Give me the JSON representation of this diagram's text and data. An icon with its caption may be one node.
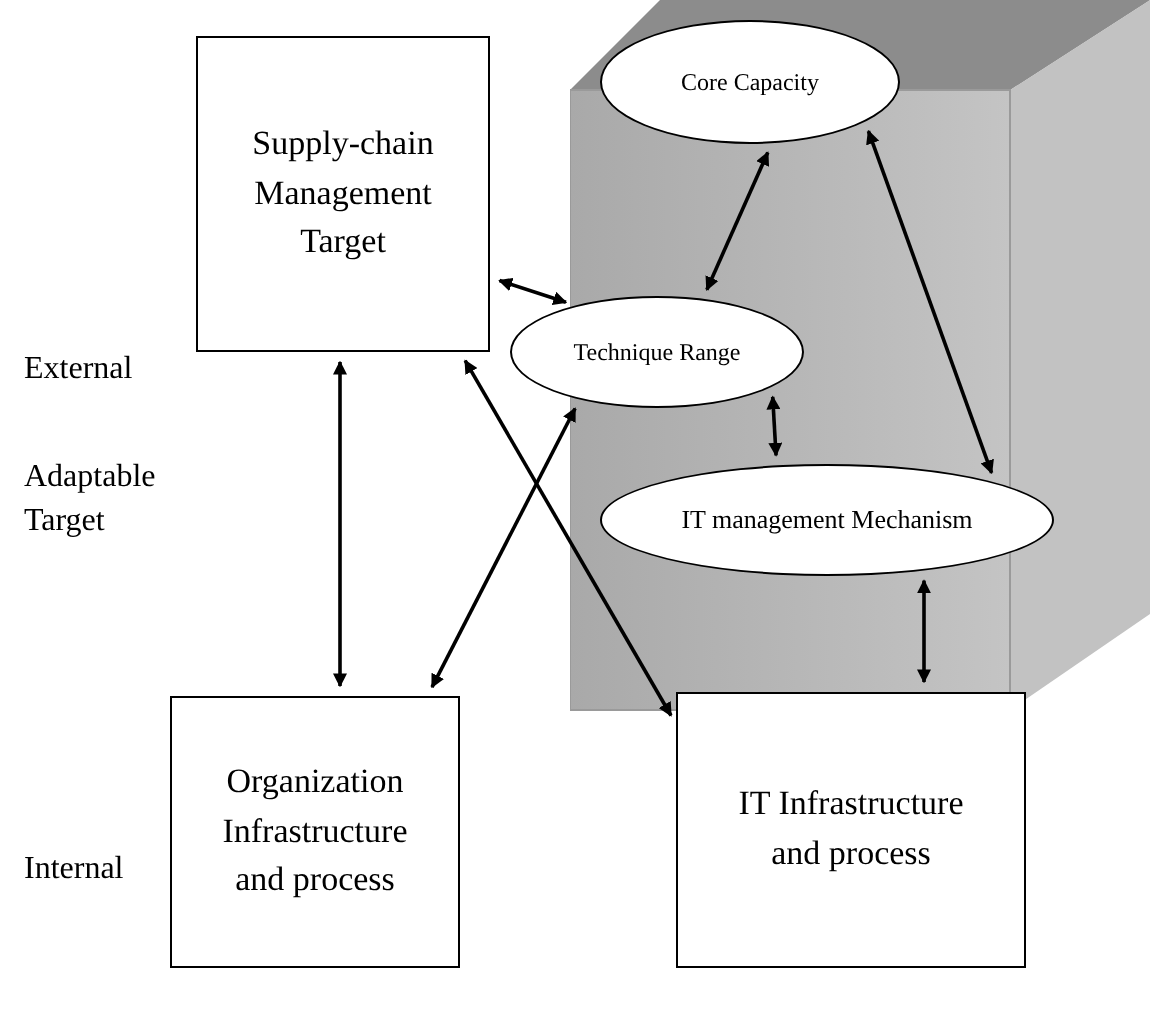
{
  "diagram": {
    "nodes": [
      {
        "text": [
          "Supply-chain Management Target"
        ]
      },
      {
        "text": [
          "Core Capacity"
        ]
      },
      {
        "text": [
          "Technique Range"
        ]
      },
      {
        "text": [
          "IT management Mechanism"
        ]
      },
      {
        "text": [
          "Organization Infrastructure and process"
        ]
      },
      {
        "text": [
          "IT Infrastructure and process"
        ]
      }
    ],
    "edges": [
      {
        "from": 0,
        "to": 2,
        "arrow": "both"
      },
      {
        "from": 2,
        "to": 1,
        "arrow": "both"
      },
      {
        "from": 1,
        "to": 3,
        "arrow": "both"
      },
      {
        "from": 2,
        "to": 3,
        "arrow": "both"
      },
      {
        "from": 0,
        "to": 4,
        "arrow": "both"
      },
      {
        "from": 4,
        "to": 2,
        "arrow": "both"
      },
      {
        "from": 0,
        "to": 5,
        "arrow": "both"
      },
      {
        "from": 3,
        "to": 5,
        "arrow": "both"
      }
    ],
    "labels": [
      "External",
      "Adaptable Target",
      "Internal"
    ]
  }
}
